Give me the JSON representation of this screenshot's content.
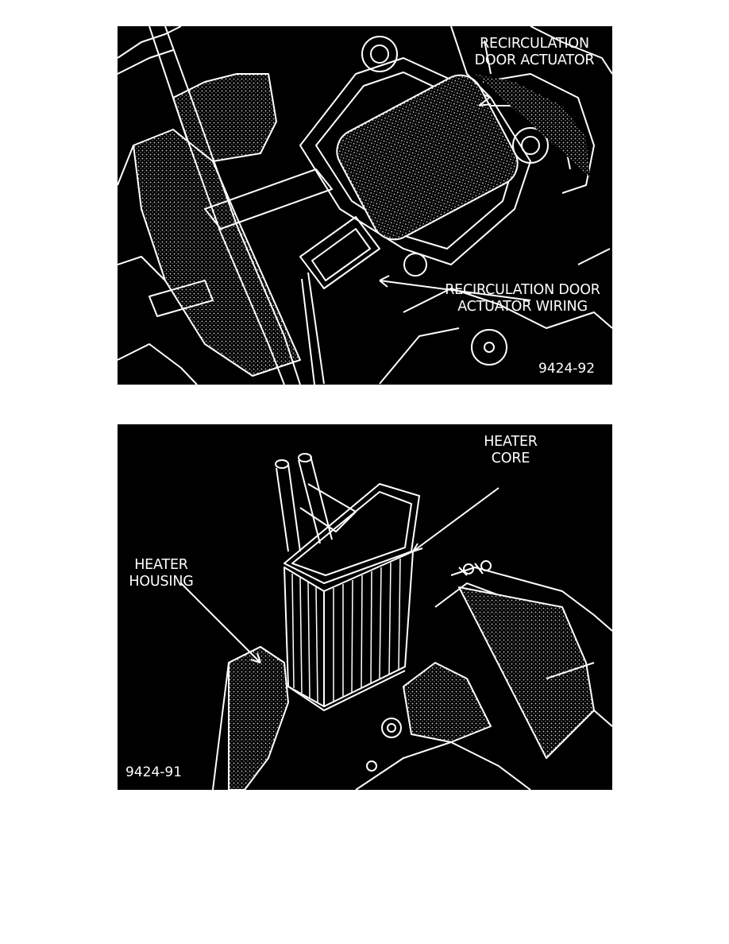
{
  "figures": [
    {
      "id": "9424-92",
      "labels": {
        "actuator": [
          "RECIRCULATION",
          "DOOR ACTUATOR"
        ],
        "wiring": [
          "RECIRCULATION DOOR",
          "ACTUATOR WIRING"
        ]
      }
    },
    {
      "id": "9424-91",
      "labels": {
        "core": [
          "HEATER",
          "CORE"
        ],
        "housing": [
          "HEATER",
          "HOUSING"
        ]
      }
    }
  ],
  "colors": {
    "background": "#000000",
    "linework": "#ffffff",
    "page": "#ffffff"
  }
}
